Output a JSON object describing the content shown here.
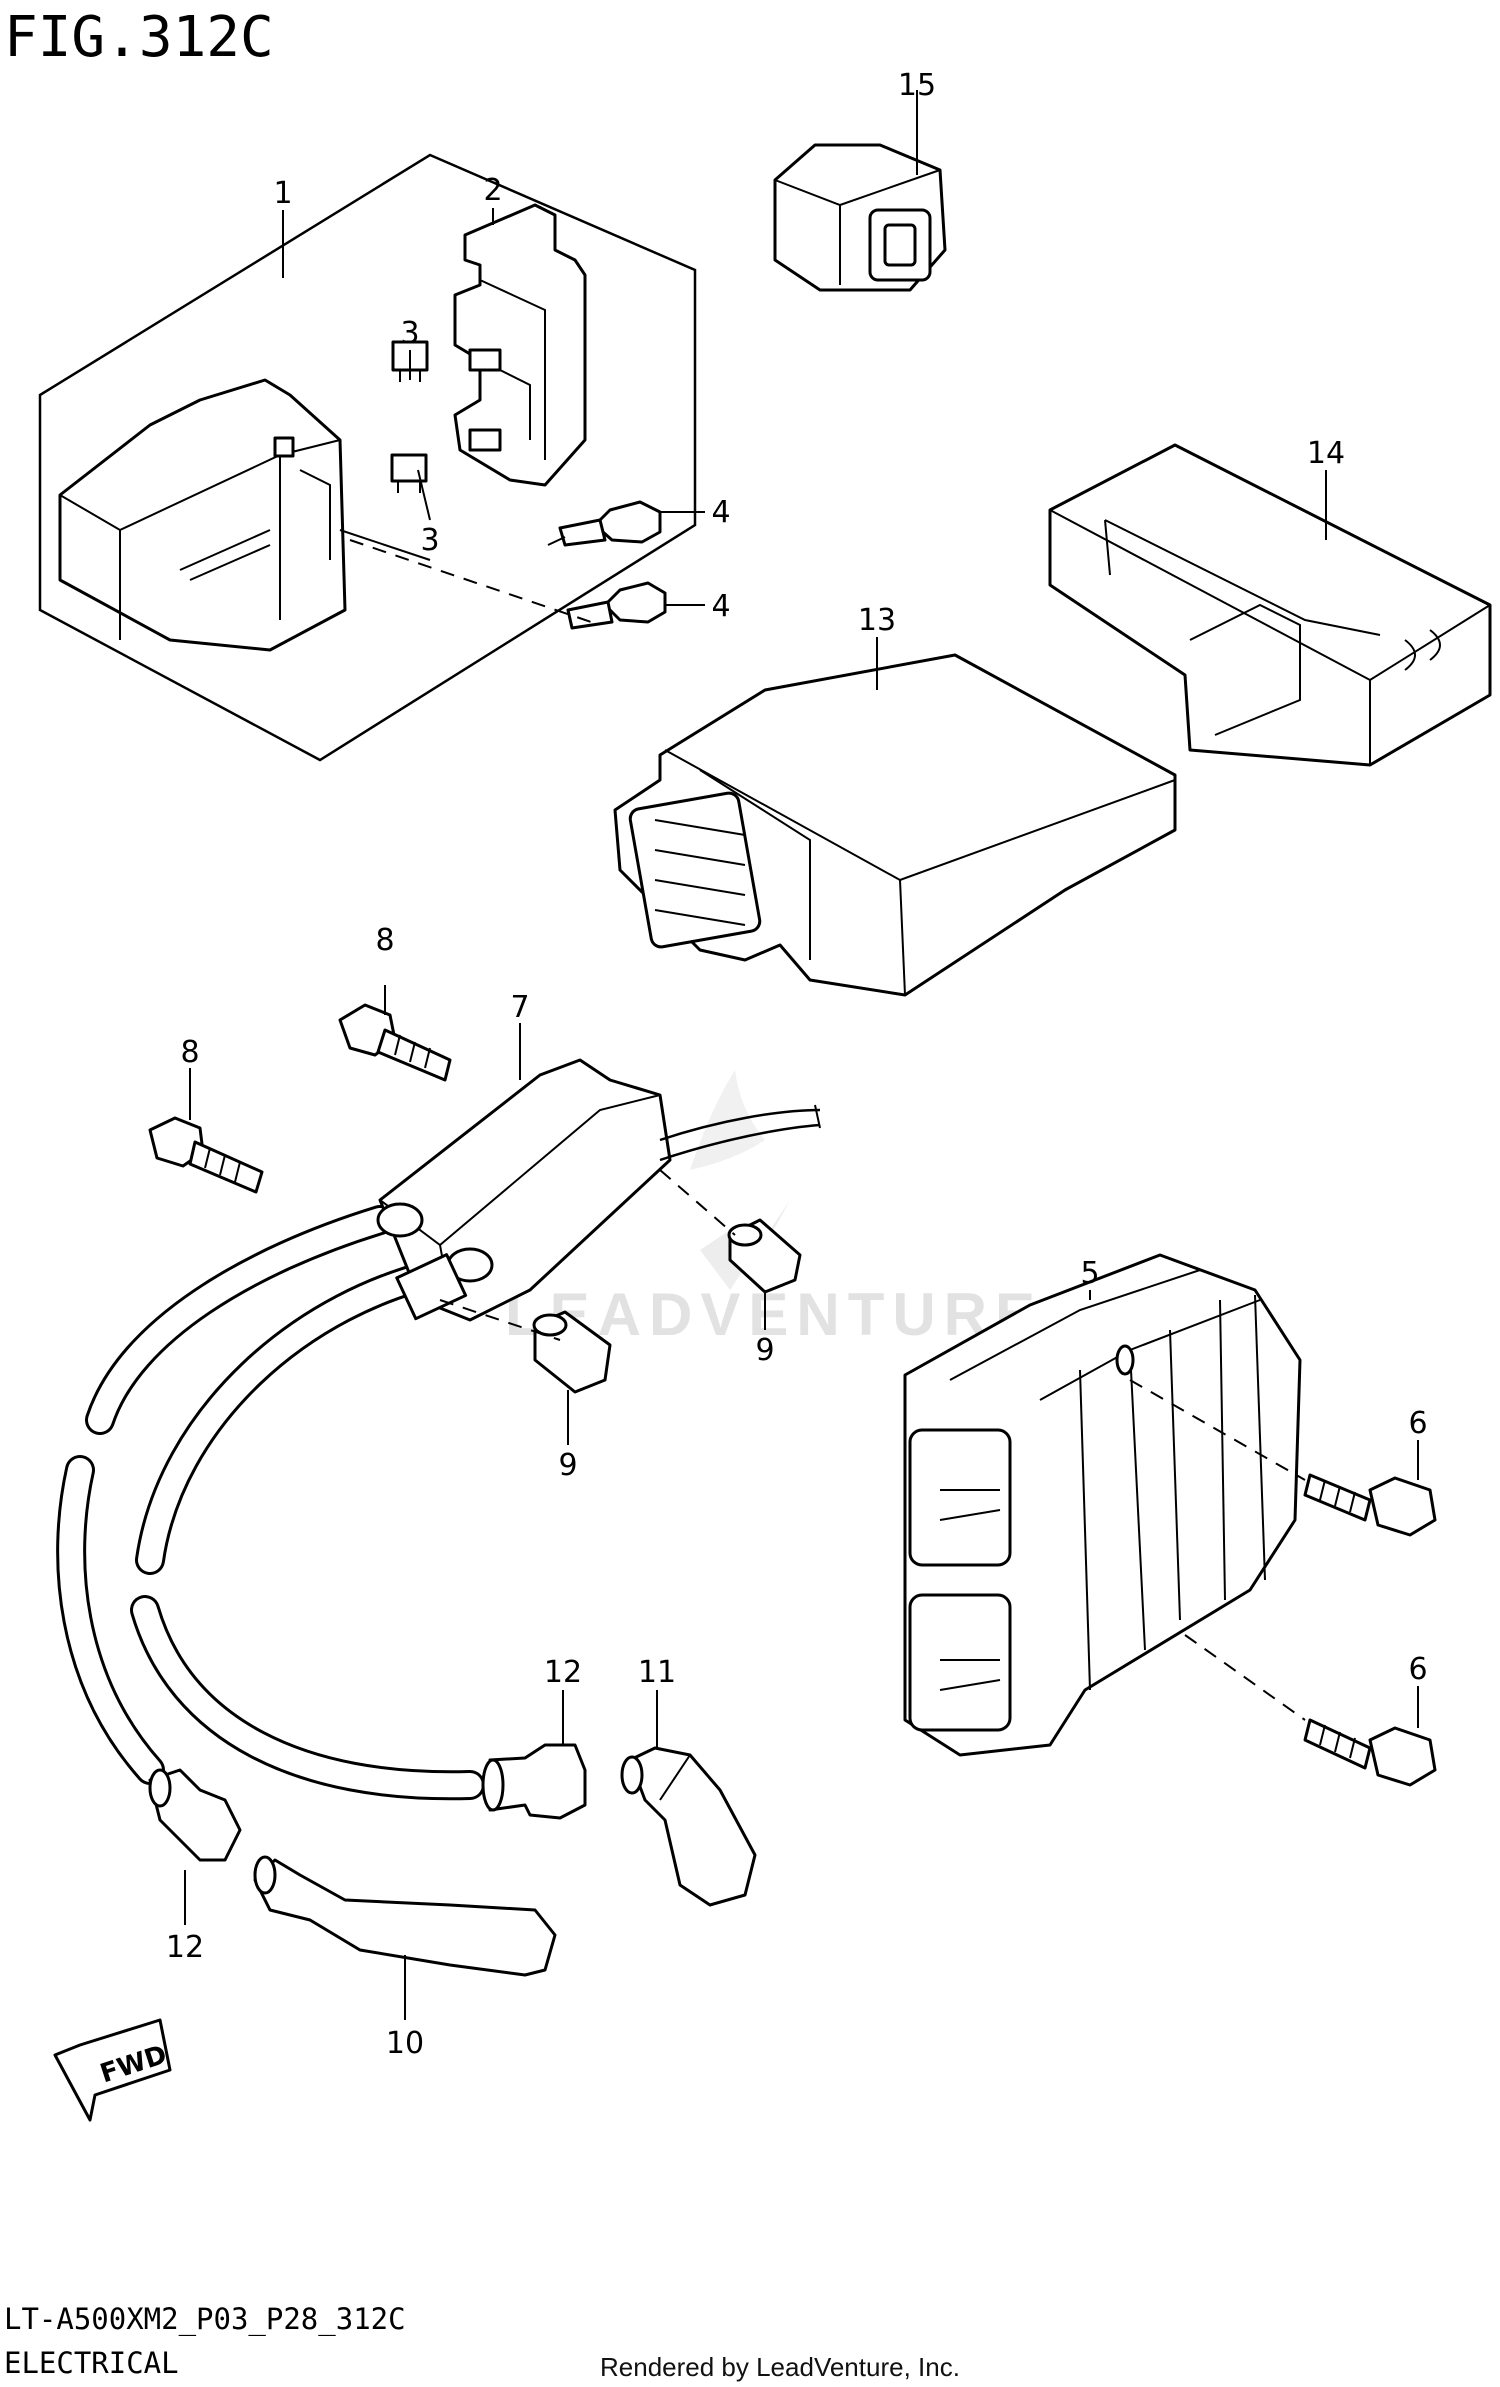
{
  "figure": {
    "title": "FIG.312C",
    "model_code": "LT-A500XM2_P03_P28_312C",
    "section": "ELECTRICAL",
    "rendered_by": "Rendered by LeadVenture, Inc.",
    "watermark": "LEADVENTURE",
    "fwd_label": "FWD"
  },
  "callouts": [
    {
      "id": "c1",
      "label": "1"
    },
    {
      "id": "c2",
      "label": "2"
    },
    {
      "id": "c3a",
      "label": "3"
    },
    {
      "id": "c3b",
      "label": "3"
    },
    {
      "id": "c4a",
      "label": "4"
    },
    {
      "id": "c4b",
      "label": "4"
    },
    {
      "id": "c5",
      "label": "5"
    },
    {
      "id": "c6a",
      "label": "6"
    },
    {
      "id": "c6b",
      "label": "6"
    },
    {
      "id": "c7",
      "label": "7"
    },
    {
      "id": "c8a",
      "label": "8"
    },
    {
      "id": "c8b",
      "label": "8"
    },
    {
      "id": "c9a",
      "label": "9"
    },
    {
      "id": "c9b",
      "label": "9"
    },
    {
      "id": "c10",
      "label": "10"
    },
    {
      "id": "c11",
      "label": "11"
    },
    {
      "id": "c12a",
      "label": "12"
    },
    {
      "id": "c12b",
      "label": "12"
    },
    {
      "id": "c13",
      "label": "13"
    },
    {
      "id": "c14",
      "label": "14"
    },
    {
      "id": "c15",
      "label": "15"
    }
  ]
}
